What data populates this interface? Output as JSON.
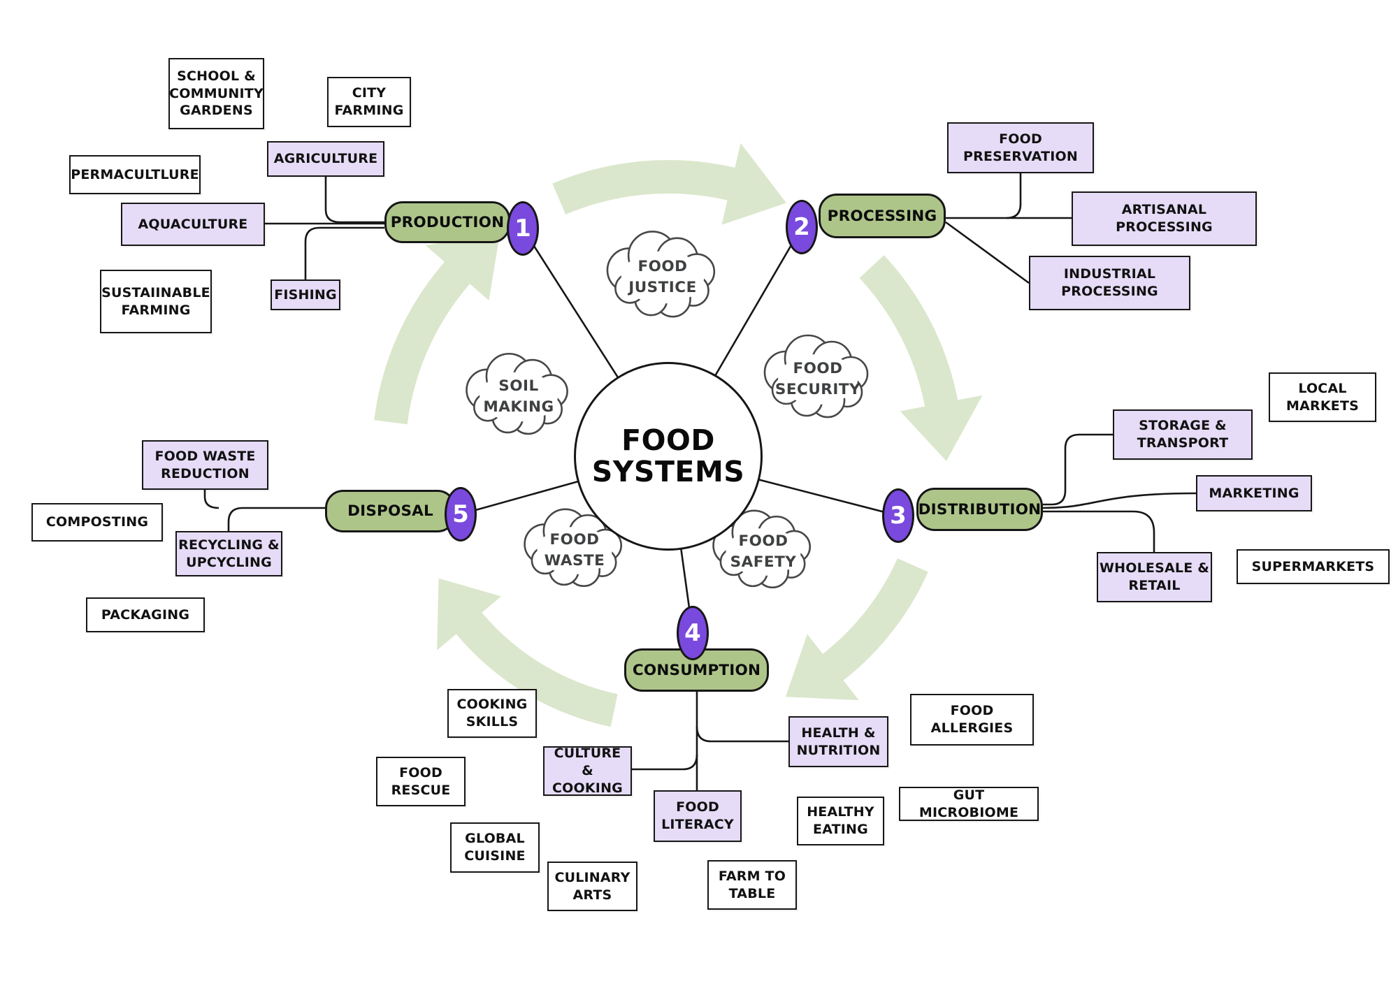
{
  "center": {
    "label": "FOOD\nSYSTEMS"
  },
  "stages": [
    {
      "number": "1",
      "label": "PRODUCTION"
    },
    {
      "number": "2",
      "label": "PROCESSING"
    },
    {
      "number": "3",
      "label": "DISTRIBUTION"
    },
    {
      "number": "4",
      "label": "CONSUMPTION"
    },
    {
      "number": "5",
      "label": "DISPOSAL"
    }
  ],
  "boxes": {
    "school_community_gardens": {
      "label": "SCHOOL &\nCOMMUNITY\nGARDENS"
    },
    "city_farming": {
      "label": "CITY\nFARMING"
    },
    "permacultlure": {
      "label": "PERMACULTLURE"
    },
    "agriculture": {
      "label": "AGRICULTURE"
    },
    "aquaculture": {
      "label": "AQUACULTURE"
    },
    "fishing": {
      "label": "FISHING"
    },
    "sustaiinable_farming": {
      "label": "SUSTAIINABLE\nFARMING"
    },
    "food_preservation": {
      "label": "FOOD\nPRESERVATION"
    },
    "artisanal_processing": {
      "label": "ARTISANAL\nPROCESSING"
    },
    "industrial_processing": {
      "label": "INDUSTRIAL\nPROCESSING"
    },
    "local_markets": {
      "label": "LOCAL\nMARKETS"
    },
    "storage_transport": {
      "label": "STORAGE &\nTRANSPORT"
    },
    "marketing": {
      "label": "MARKETING"
    },
    "wholesale_retail": {
      "label": "WHOLESALE &\nRETAIL"
    },
    "supermarkets": {
      "label": "SUPERMARKETS"
    },
    "food_waste_reduction": {
      "label": "FOOD WASTE\nREDUCTION"
    },
    "composting": {
      "label": "COMPOSTING"
    },
    "recycling_upcycling": {
      "label": "RECYCLING &\nUPCYCLING"
    },
    "packaging": {
      "label": "PACKAGING"
    },
    "cooking_skills": {
      "label": "COOKING\nSKILLS"
    },
    "food_rescue": {
      "label": "FOOD\nRESCUE"
    },
    "culture_cooking": {
      "label": "CULTURE &\nCOOKING"
    },
    "food_literacy": {
      "label": "FOOD\nLITERACY"
    },
    "health_nutrition": {
      "label": "HEALTH &\nNUTRITION"
    },
    "global_cuisine": {
      "label": "GLOBAL\nCUISINE"
    },
    "culinary_arts": {
      "label": "CULINARY\nARTS"
    },
    "farm_to_table": {
      "label": "FARM TO\nTABLE"
    },
    "healthy_eating": {
      "label": "HEALTHY\nEATING"
    },
    "gut_microbiome": {
      "label": "GUT MICROBIOME"
    },
    "food_allergies": {
      "label": "FOOD\nALLERGIES"
    }
  },
  "clouds": {
    "food_justice": {
      "label": "FOOD\nJUSTICE"
    },
    "food_security": {
      "label": "FOOD\nSECURITY"
    },
    "soil_making": {
      "label": "SOIL\nMAKING"
    },
    "food_waste": {
      "label": "FOOD\nWASTE"
    },
    "food_safety": {
      "label": "FOOD\nSAFETY"
    }
  },
  "colors": {
    "stage_green": "#aec58a",
    "satellite_lavender": "#e6dcf7",
    "number_purple": "#7a49dd",
    "arrow_green": "#dbe7cc",
    "outline": "#161616",
    "cloud_outline": "#474747",
    "cloud_text": "#3e4041",
    "background": "#ffffff"
  }
}
